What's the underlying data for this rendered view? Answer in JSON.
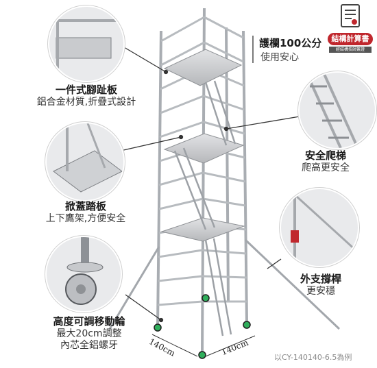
{
  "cert": {
    "icon": "certificate-icon",
    "badge": "結構計算書",
    "badge_sub": "經結構技師簽證"
  },
  "guardrail": {
    "title": "護欄100公分",
    "subtitle": "使用安心"
  },
  "callouts": [
    {
      "title": "一件式腳趾板",
      "subtitle": "鋁合金材質,折疊式設計"
    },
    {
      "title": "掀蓋踏板",
      "subtitle": "上下鷹架,方便安全"
    },
    {
      "title": "高度可調移動輪",
      "subtitle": "最大20cm調整",
      "subtitle2": "內芯全鋁螺牙"
    },
    {
      "title": "安全爬梯",
      "subtitle": "爬高更安全"
    },
    {
      "title": "外支撐桿",
      "subtitle": "更安穩"
    }
  ],
  "dimensions": {
    "left": "140cm",
    "right": "140cm"
  },
  "model": "以CY-140140-6.5為例",
  "colors": {
    "badge": "#c0272d",
    "frame": "#b9bcc0",
    "wheel": "#2fae5b"
  }
}
